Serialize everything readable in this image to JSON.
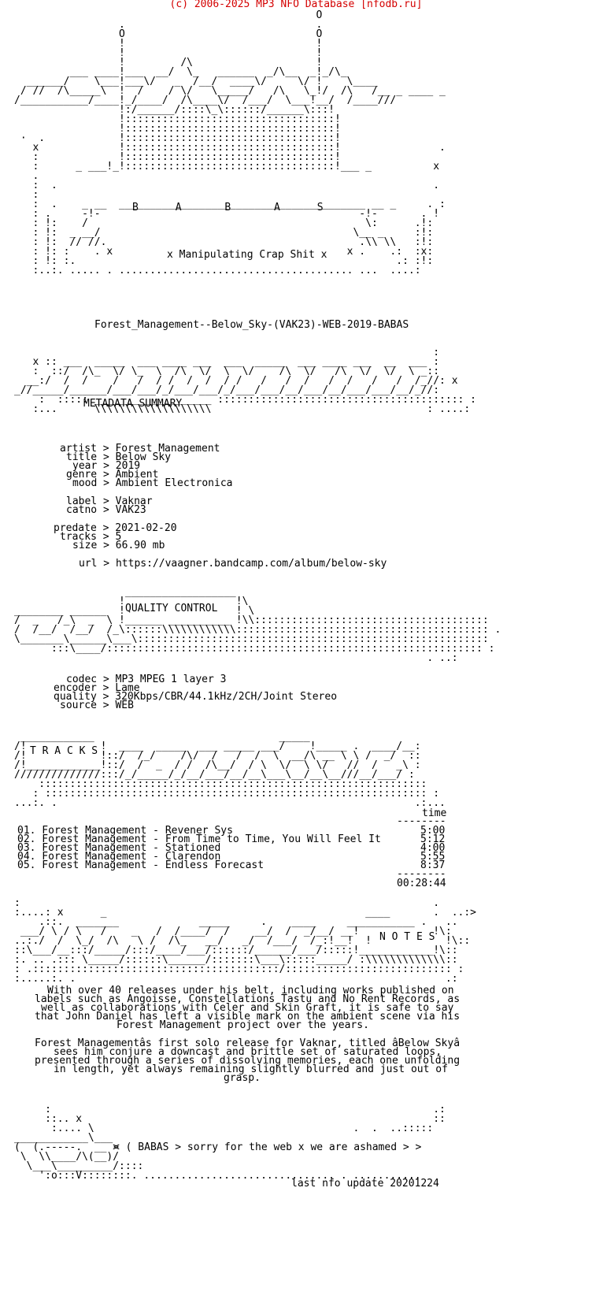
{
  "header": {
    "copyright": "(c) 2006-2025 MP3 NFO Database [nfodb.ru]"
  },
  "logo": {
    "letters": "B      A       B       A      S",
    "tagline": "x Manipulating Crap Shit x"
  },
  "release": {
    "name": "Forest_Management--Below_Sky-(VAK23)-WEB-2019-BABAS"
  },
  "sections": {
    "metadata": "METADATA SUMMARY",
    "quality": "QUALITY CONTROL",
    "tracks": "T R A C K S",
    "notes": "N O T E S"
  },
  "metadata": {
    "artist": "artist > Forest Management",
    "title": "title > Below Sky",
    "year": "year > 2019",
    "genre": "genre > Ambient",
    "mood": "mood > Ambient Electronica",
    "label": "label > Vaknar",
    "catno": "catno > VAK23",
    "predate": "predate > 2021-02-20",
    "tracks": "tracks > 5",
    "size": "size > 66.90 mb",
    "url": "url > https://vaagner.bandcamp.com/album/below-sky"
  },
  "quality": {
    "codec": "codec > MP3 MPEG 1 layer 3",
    "encoder": "encoder > Lame",
    "quality": "quality > 320Kbps/CBR/44.1kHz/2CH/Joint Stereo",
    "source": "source > WEB"
  },
  "tracklist": {
    "time_header": "time",
    "items": [
      {
        "line": "01. Forest Management - Revener Sys",
        "time": "5:00"
      },
      {
        "line": "02. Forest Management - From Time to Time, You Will Feel It",
        "time": "5:12"
      },
      {
        "line": "03. Forest Management - Stationed",
        "time": "4:00"
      },
      {
        "line": "04. Forest Management - Clarendon",
        "time": "5:55"
      },
      {
        "line": "05. Forest Management - Endless Forecast",
        "time": "8:37"
      }
    ],
    "total": "00:28:44"
  },
  "notes": {
    "p1": [
      "With over 40 releases under his belt, including works published on",
      "labels such as Angoisse, Constellations Tastu and No Rent Records, as",
      "well as collaborations with Celer and Skin Graft, it is safe to say",
      "that John Daniel has left a visible mark on the ambient scene via his",
      "Forest Management project over the years."
    ],
    "p2": [
      "Forest Managementâs first solo release for Vaknar, titled âBelow Skyâ",
      "sees him conjure a downcast and brittle set of saturated loops,",
      "presented through a series of dissolving memories, each one unfolding",
      "in length, yet always remaining slightly blurred and just out of",
      "grasp."
    ]
  },
  "footer": {
    "message": "< ( BABAS > sorry for the web x we are ashamed > >",
    "update": "last nfo update 20201224"
  }
}
